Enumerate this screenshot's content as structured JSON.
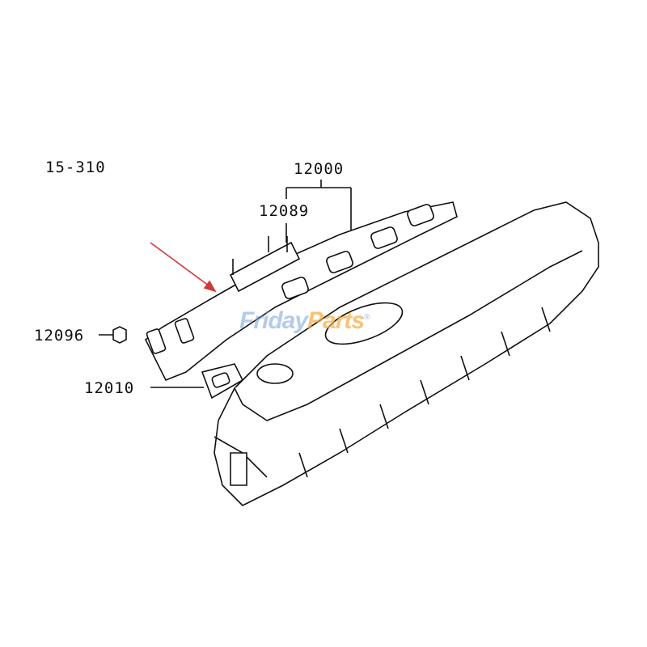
{
  "diagram": {
    "figure_code": "15-310",
    "callouts": [
      {
        "id": "assembly",
        "label": "12000"
      },
      {
        "id": "stud",
        "label": "12089"
      },
      {
        "id": "nut",
        "label": "12096"
      },
      {
        "id": "gasket",
        "label": "12010"
      }
    ],
    "watermark": {
      "text_part1": "Friday",
      "text_part2": "Parts",
      "mark": "®"
    },
    "colors": {
      "line": "#111111",
      "arrow": "#d0393b",
      "watermark_blue": "#78a0d7",
      "watermark_orange": "#f5aa3c"
    }
  }
}
